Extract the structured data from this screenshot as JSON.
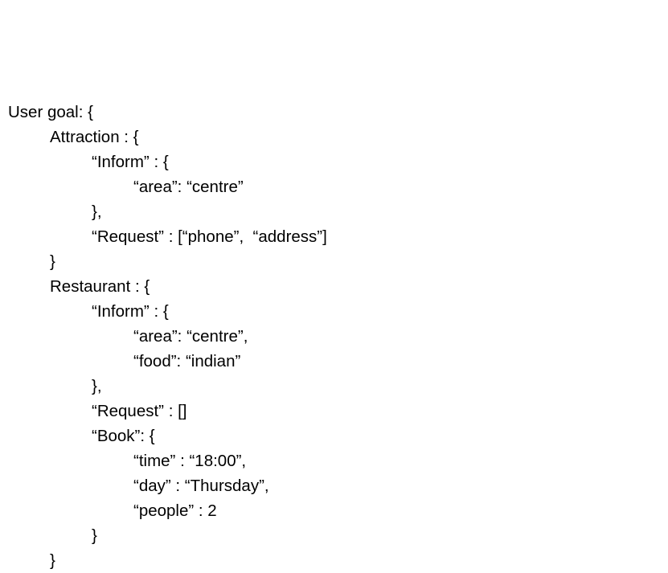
{
  "document": {
    "lines": [
      "User goal: {",
      "Attraction : {",
      "“Inform” : {",
      "“area”: “centre”",
      "},",
      "“Request” : [“phone”,  “address”]",
      "}",
      "Restaurant : {",
      "“Inform” : {",
      "“area”: “centre”,",
      "“food”: “indian”",
      "},",
      "“Request” : []",
      "“Book”: {",
      "“time” : “18:00”,",
      "“day” : “Thursday”,",
      "“people” : 2",
      "}",
      "}"
    ]
  }
}
